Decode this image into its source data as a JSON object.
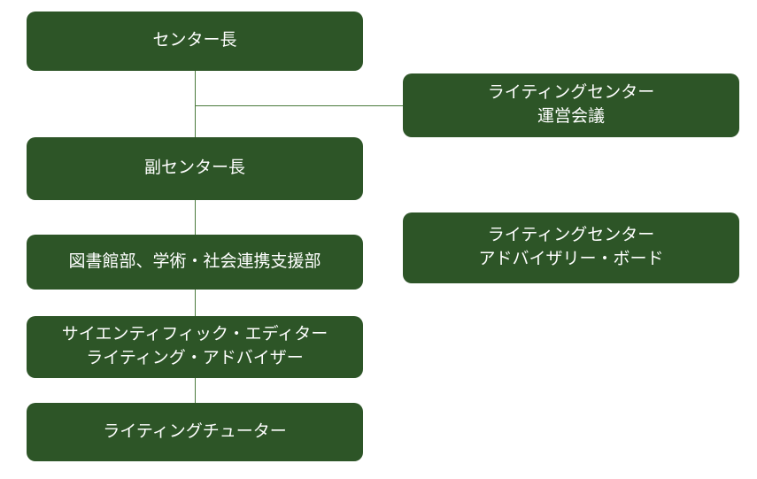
{
  "diagram_type": "org-chart",
  "colors": {
    "box": "#2d5527",
    "line": "#4a7a3c",
    "text": "#ffffff",
    "background": "#ffffff"
  },
  "nodes": {
    "center_director": {
      "label": "センター長"
    },
    "steering_committee": {
      "label": "ライティングセンター\n運営会議"
    },
    "deputy_director": {
      "label": "副センター長"
    },
    "library_dept": {
      "label": "図書館部、学術・社会連携支援部"
    },
    "advisory_board": {
      "label": "ライティングセンター\nアドバイザリー・ボード"
    },
    "scientific_editor": {
      "label": "サイエンティフィック・エディター\nライティング・アドバイザー"
    },
    "writing_tutor": {
      "label": "ライティングチューター"
    }
  },
  "edges": [
    {
      "from": "center_director",
      "to": "deputy_director"
    },
    {
      "from": "center_director",
      "to": "steering_committee"
    },
    {
      "from": "deputy_director",
      "to": "library_dept"
    },
    {
      "from": "library_dept",
      "to": "scientific_editor"
    },
    {
      "from": "scientific_editor",
      "to": "writing_tutor"
    }
  ]
}
